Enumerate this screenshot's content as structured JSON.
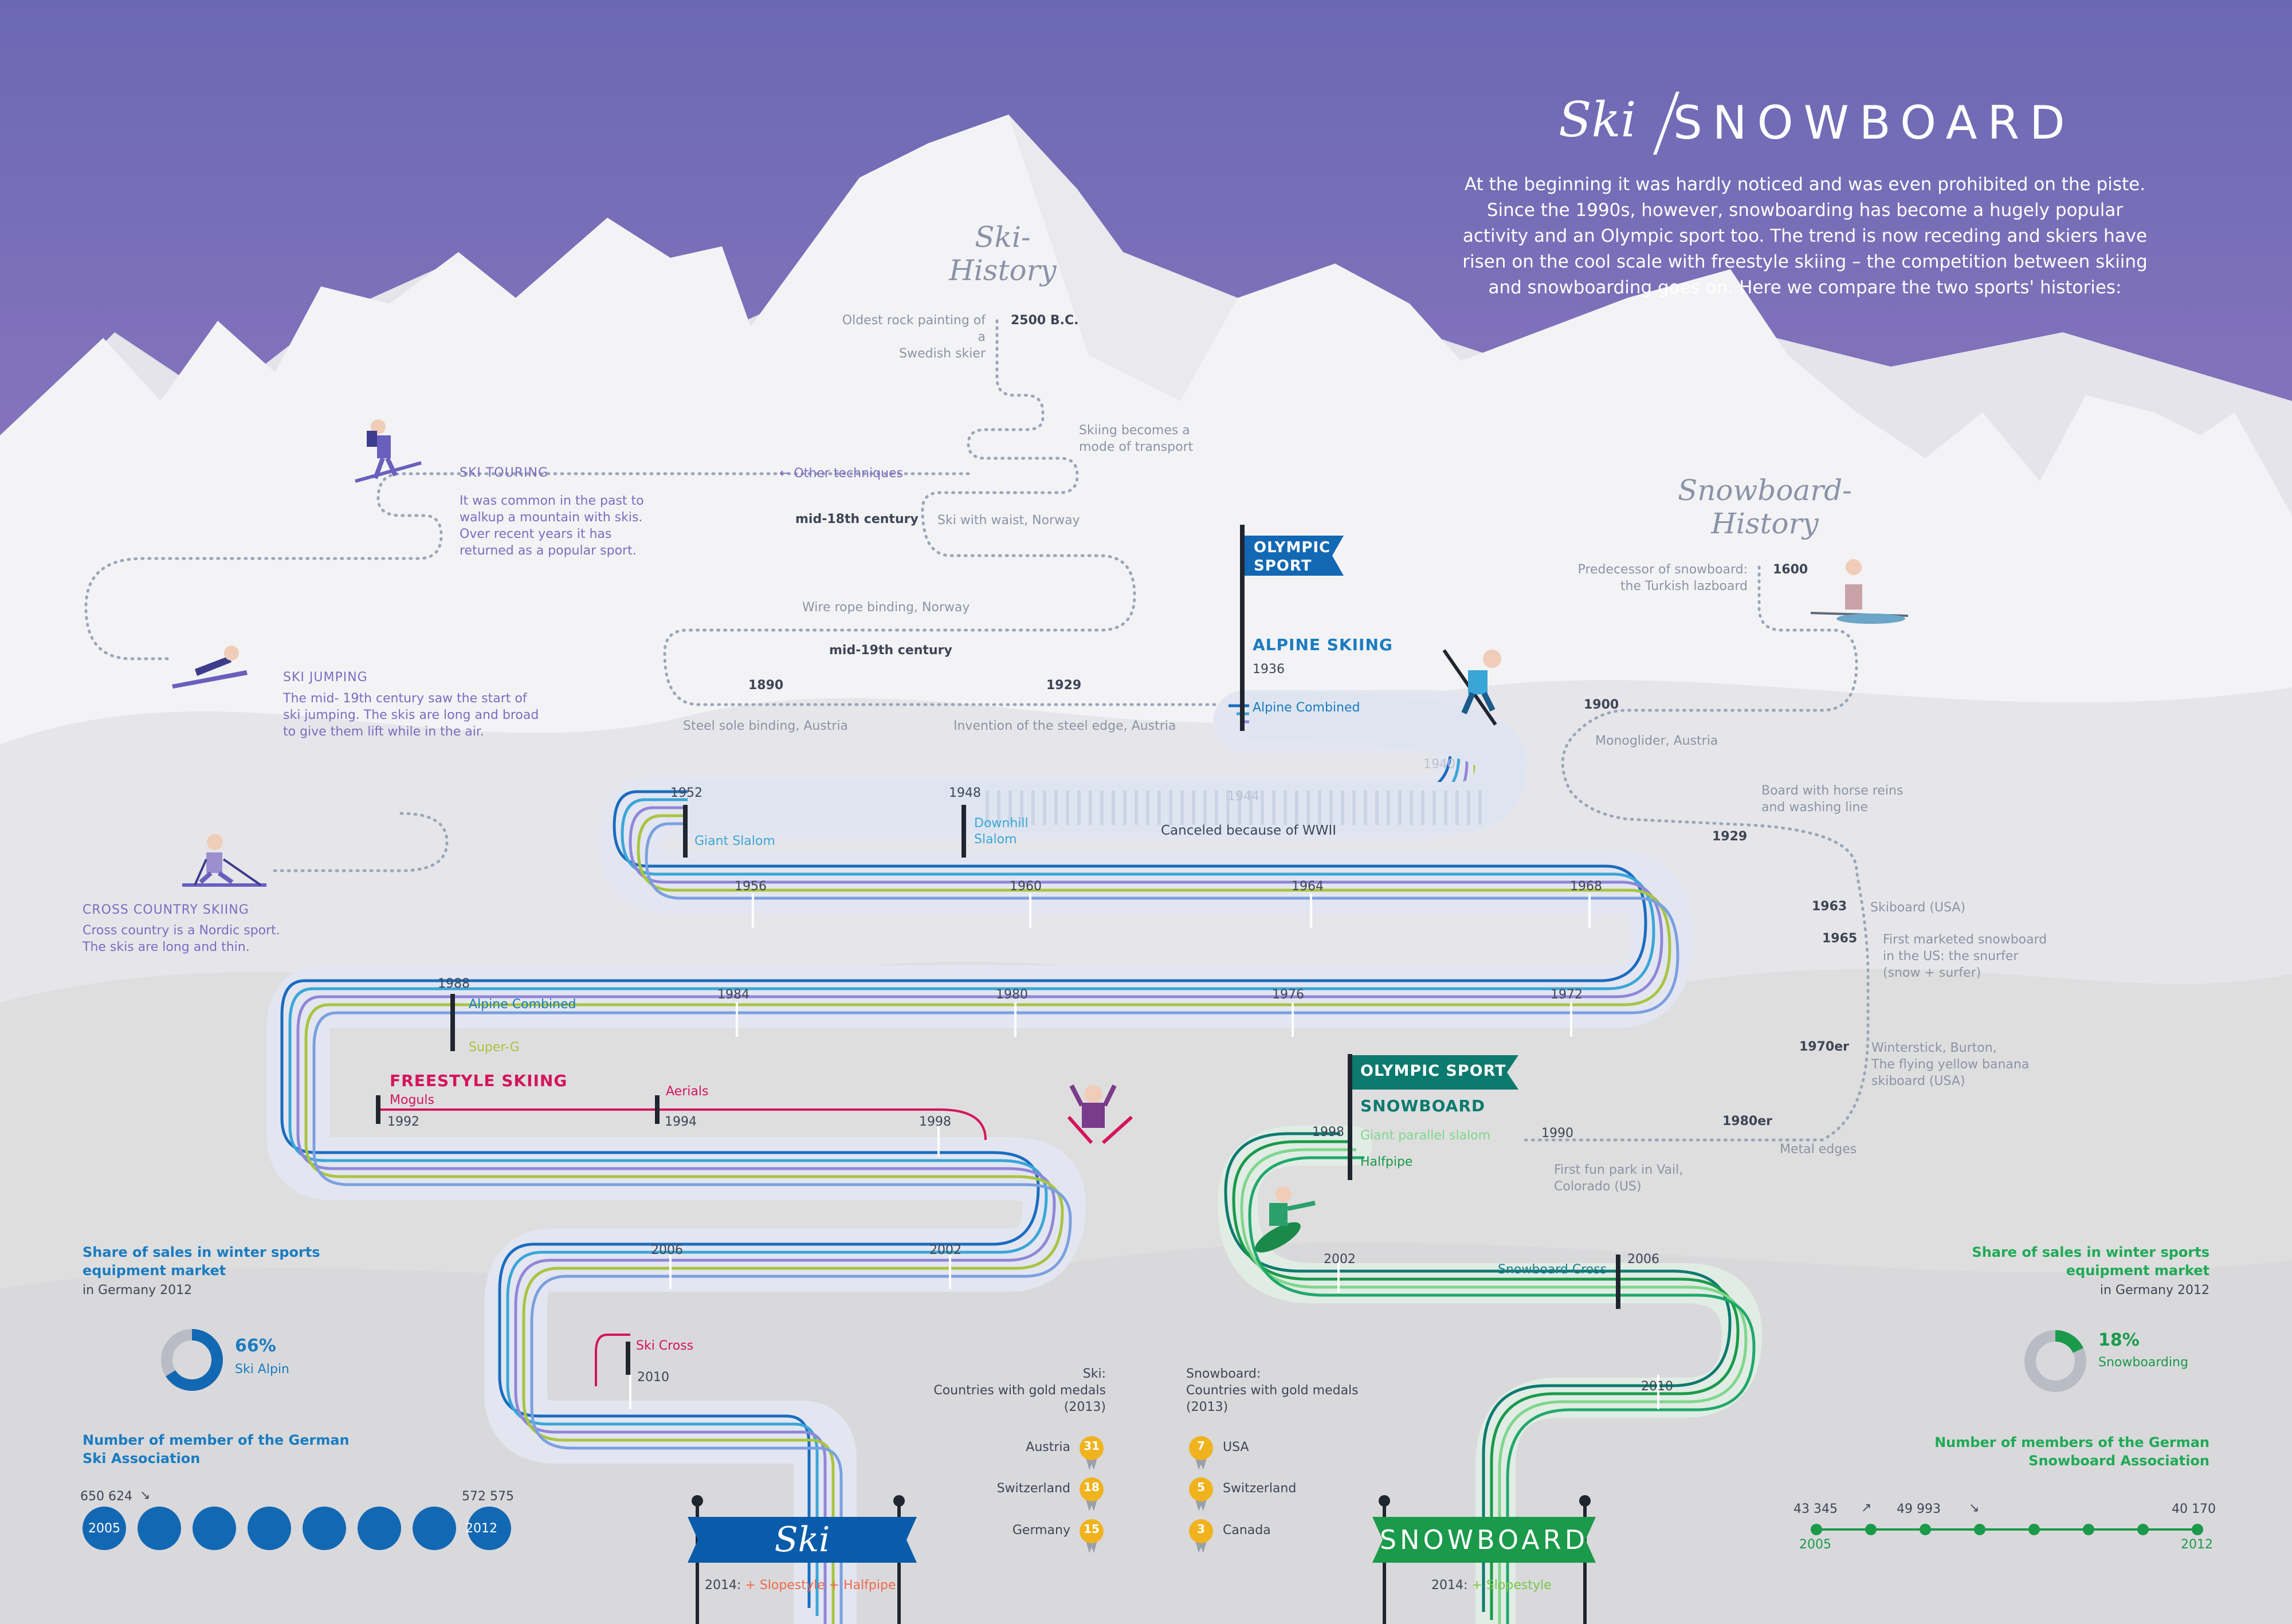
{
  "header": {
    "title_ski": "Ski",
    "title_snowboard": "SNOWBOARD",
    "intro": "At the beginning it was hardly noticed and was even prohibited on the piste.\nSince the 1990s, however, snowboarding has become a hugely popular\nactivity and an Olympic sport too. The trend is now receding and skiers have\nrisen on the cool scale with freestyle skiing – the competition between skiing\nand snowboarding goes on. Here we compare the two sports' histories:"
  },
  "colors": {
    "sky": "#7468b4",
    "ski_blue": "#0a6cb8",
    "snowboard_green": "#1a9a4a",
    "freestyle_red": "#d4145a",
    "mountain": "#f4f4f6"
  },
  "ski_history": {
    "heading": "Ski-\nHistory",
    "items": [
      {
        "year": "2500 B.C.",
        "text": "Oldest rock painting of a\nSwedish skier"
      },
      {
        "year": "",
        "text": "Skiing becomes a\nmode of transport"
      },
      {
        "year": "",
        "text": "← Other techniques"
      },
      {
        "year": "mid-18th century",
        "text": "Ski with waist, Norway"
      },
      {
        "year": "",
        "text": "Wire rope binding, Norway"
      },
      {
        "year": "mid-19th century",
        "text": ""
      },
      {
        "year": "1890",
        "text": "Steel sole binding, Austria"
      },
      {
        "year": "1929",
        "text": "Invention of the steel edge, Austria"
      }
    ]
  },
  "techniques": [
    {
      "title": "SKI TOURING",
      "text": "It was common in the past to\nwalkup a mountain with skis.\nOver recent years it has\nreturned as a popular sport."
    },
    {
      "title": "SKI JUMPING",
      "text": "The mid- 19th century saw the start of\nski jumping. The skis are long and broad\nto give them lift while in the air."
    },
    {
      "title": "CROSS COUNTRY SKIING",
      "text": "Cross country is a Nordic sport.\nThe skis are long and thin."
    }
  ],
  "olympic_ski": {
    "flag": "OLYMPIC\nSPORT",
    "heading": "ALPINE SKIING",
    "year": "1936",
    "event": "Alpine Combined",
    "ghost_years": [
      "1940",
      "1944"
    ],
    "cancel": "Canceled because of WWII",
    "years": [
      "1952",
      "1948",
      "1956",
      "1960",
      "1964",
      "1968",
      "1972",
      "1976",
      "1980",
      "1984",
      "1988",
      "1992",
      "1994",
      "1998",
      "2002",
      "2006",
      "2010"
    ],
    "events_1948": "Downhill\nSlalom",
    "event_1952": "Giant Slalom",
    "event_1988a": "Alpine Combined",
    "event_1988b": "Super-G",
    "freestyle": "FREESTYLE SKIING",
    "moguls": "Moguls",
    "aerials": "Aerials",
    "ski_cross": "Ski Cross"
  },
  "snowboard_history": {
    "heading": "Snowboard-\nHistory",
    "items": [
      {
        "year": "1600",
        "text": "Predecessor of snowboard:\nthe Turkish lazboard"
      },
      {
        "year": "1900",
        "text": "Monoglider, Austria"
      },
      {
        "year": "1929",
        "text": "Board with horse reins\nand washing line"
      },
      {
        "year": "1963",
        "text": "Skiboard (USA)"
      },
      {
        "year": "1965",
        "text": "First marketed snowboard\nin the US: the snurfer\n(snow + surfer)"
      },
      {
        "year": "1970er",
        "text": "Winterstick, Burton,\nThe flying yellow banana\nskiboard (USA)"
      },
      {
        "year": "1980er",
        "text": "Metal edges"
      },
      {
        "year": "1990",
        "text": "First fun park in Vail,\nColorado (US)"
      }
    ]
  },
  "olympic_snowboard": {
    "flag": "OLYMPIC SPORT",
    "heading": "SNOWBOARD",
    "year": "1998",
    "event1": "Giant parallel slalom",
    "event2": "Halfpipe",
    "years": [
      "2002",
      "2006",
      "2010"
    ],
    "snowboard_cross": "Snowboard Cross"
  },
  "banners": {
    "ski": "Ski",
    "ski_sub_year": "2014: ",
    "ski_sub": "+ Slopestyle + Halfpipe",
    "snowboard": "SNOWBOARD",
    "snowboard_sub_year": "2014: ",
    "snowboard_sub": "+ Slopestyle"
  },
  "medals": {
    "ski_heading": "Ski:\nCountries with gold medals\n(2013)",
    "snowboard_heading": "Snowboard:\nCountries with gold medals\n(2013)",
    "ski": [
      {
        "country": "Austria",
        "count": "31"
      },
      {
        "country": "Switzerland",
        "count": "18"
      },
      {
        "country": "Germany",
        "count": "15"
      }
    ],
    "snowboard": [
      {
        "country": "USA",
        "count": "7"
      },
      {
        "country": "Switzerland",
        "count": "5"
      },
      {
        "country": "Canada",
        "count": "3"
      }
    ]
  },
  "ski_stats": {
    "share_heading": "Share of sales in winter sports\nequipment market",
    "share_sub": "in Germany 2012",
    "share_value": "66%",
    "share_fraction": 0.66,
    "share_label": "Ski Alpin",
    "members_heading": "Number of member of the German\nSki Association",
    "members_start": "650 624",
    "members_end": "572 575",
    "members_arrow": "↘",
    "year_start": "2005",
    "year_end": "2012"
  },
  "snowboard_stats": {
    "share_heading": "Share of sales in winter sports\nequipment market",
    "share_sub": "in Germany 2012",
    "share_value": "18%",
    "share_fraction": 0.18,
    "share_label": "Snowboarding",
    "members_heading": "Number of members of the German\nSnowboard Association",
    "members_start": "43 345",
    "members_mid": "49 993",
    "members_end": "40 170",
    "arrow_up": "↗",
    "arrow_down": "↘",
    "year_start": "2005",
    "year_end": "2012"
  }
}
